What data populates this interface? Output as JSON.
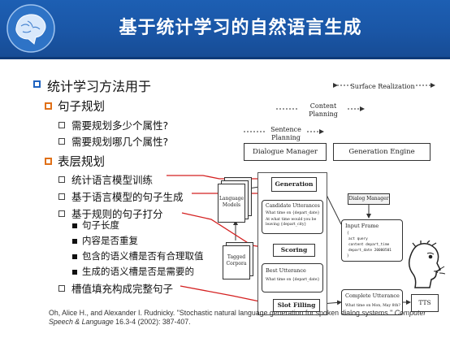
{
  "header": {
    "title": "基于统计学习的自然语言生成"
  },
  "outline": {
    "l1": "统计学习方法用于",
    "sentence_planning": "句子规划",
    "sp_items": [
      "需要规划多少个属性?",
      "需要规划哪几个属性?"
    ],
    "surface_planning": "表层规划",
    "sf_items": [
      "统计语言模型训练",
      "基于语言模型的句子生成",
      "基于规则的句子打分"
    ],
    "score_items": [
      "句子长度",
      "内容是否重复",
      "包含的语义槽是否有合理取值",
      "生成的语义槽是否是需要的"
    ],
    "last_item": "槽值填充构成完整句子"
  },
  "diagram": {
    "surface_realization": "Surface Realization",
    "content_planning": "Content Planning",
    "sentence_planning": "Sentence Planning",
    "dialogue_manager": "Dialogue Manager",
    "generation_engine": "Generation Engine",
    "language_models": "Language Models",
    "tagged_corpora": "Tagged Corpora",
    "generation": "Generation",
    "candidate_utterances": "Candidate Utterances",
    "cand_1": "What time on {depart_date}",
    "cand_2": "At what time would you be leaving {depart_city}",
    "scoring": "Scoring",
    "best_utterance": "Best Utterance",
    "best_1": "What time on {depart_date}",
    "slot_filling": "Slot Filling",
    "dialog_manager": "Dialog Manager",
    "input_frame": "Input Frame",
    "frame_lines": [
      "{",
      "act query",
      "content depart_time",
      "depart_date 20000501",
      "}"
    ],
    "complete_utterance": "Complete Utterance",
    "complete_1": "What time on Mon, May 8th?",
    "tts": "TTS"
  },
  "citation": {
    "plain": "Oh, Alice H., and Alexander I. Rudnicky. \"Stochastic natural language generation for spoken dialog systems.\" ",
    "journal": "Computer Speech & Language",
    "tail": " 16.3-4 (2002): 387-407."
  },
  "colors": {
    "header": "#1a56a6",
    "l1_bullet": "#1f63c0",
    "l2_bullet": "#e07018",
    "arrow": "#d42020"
  }
}
